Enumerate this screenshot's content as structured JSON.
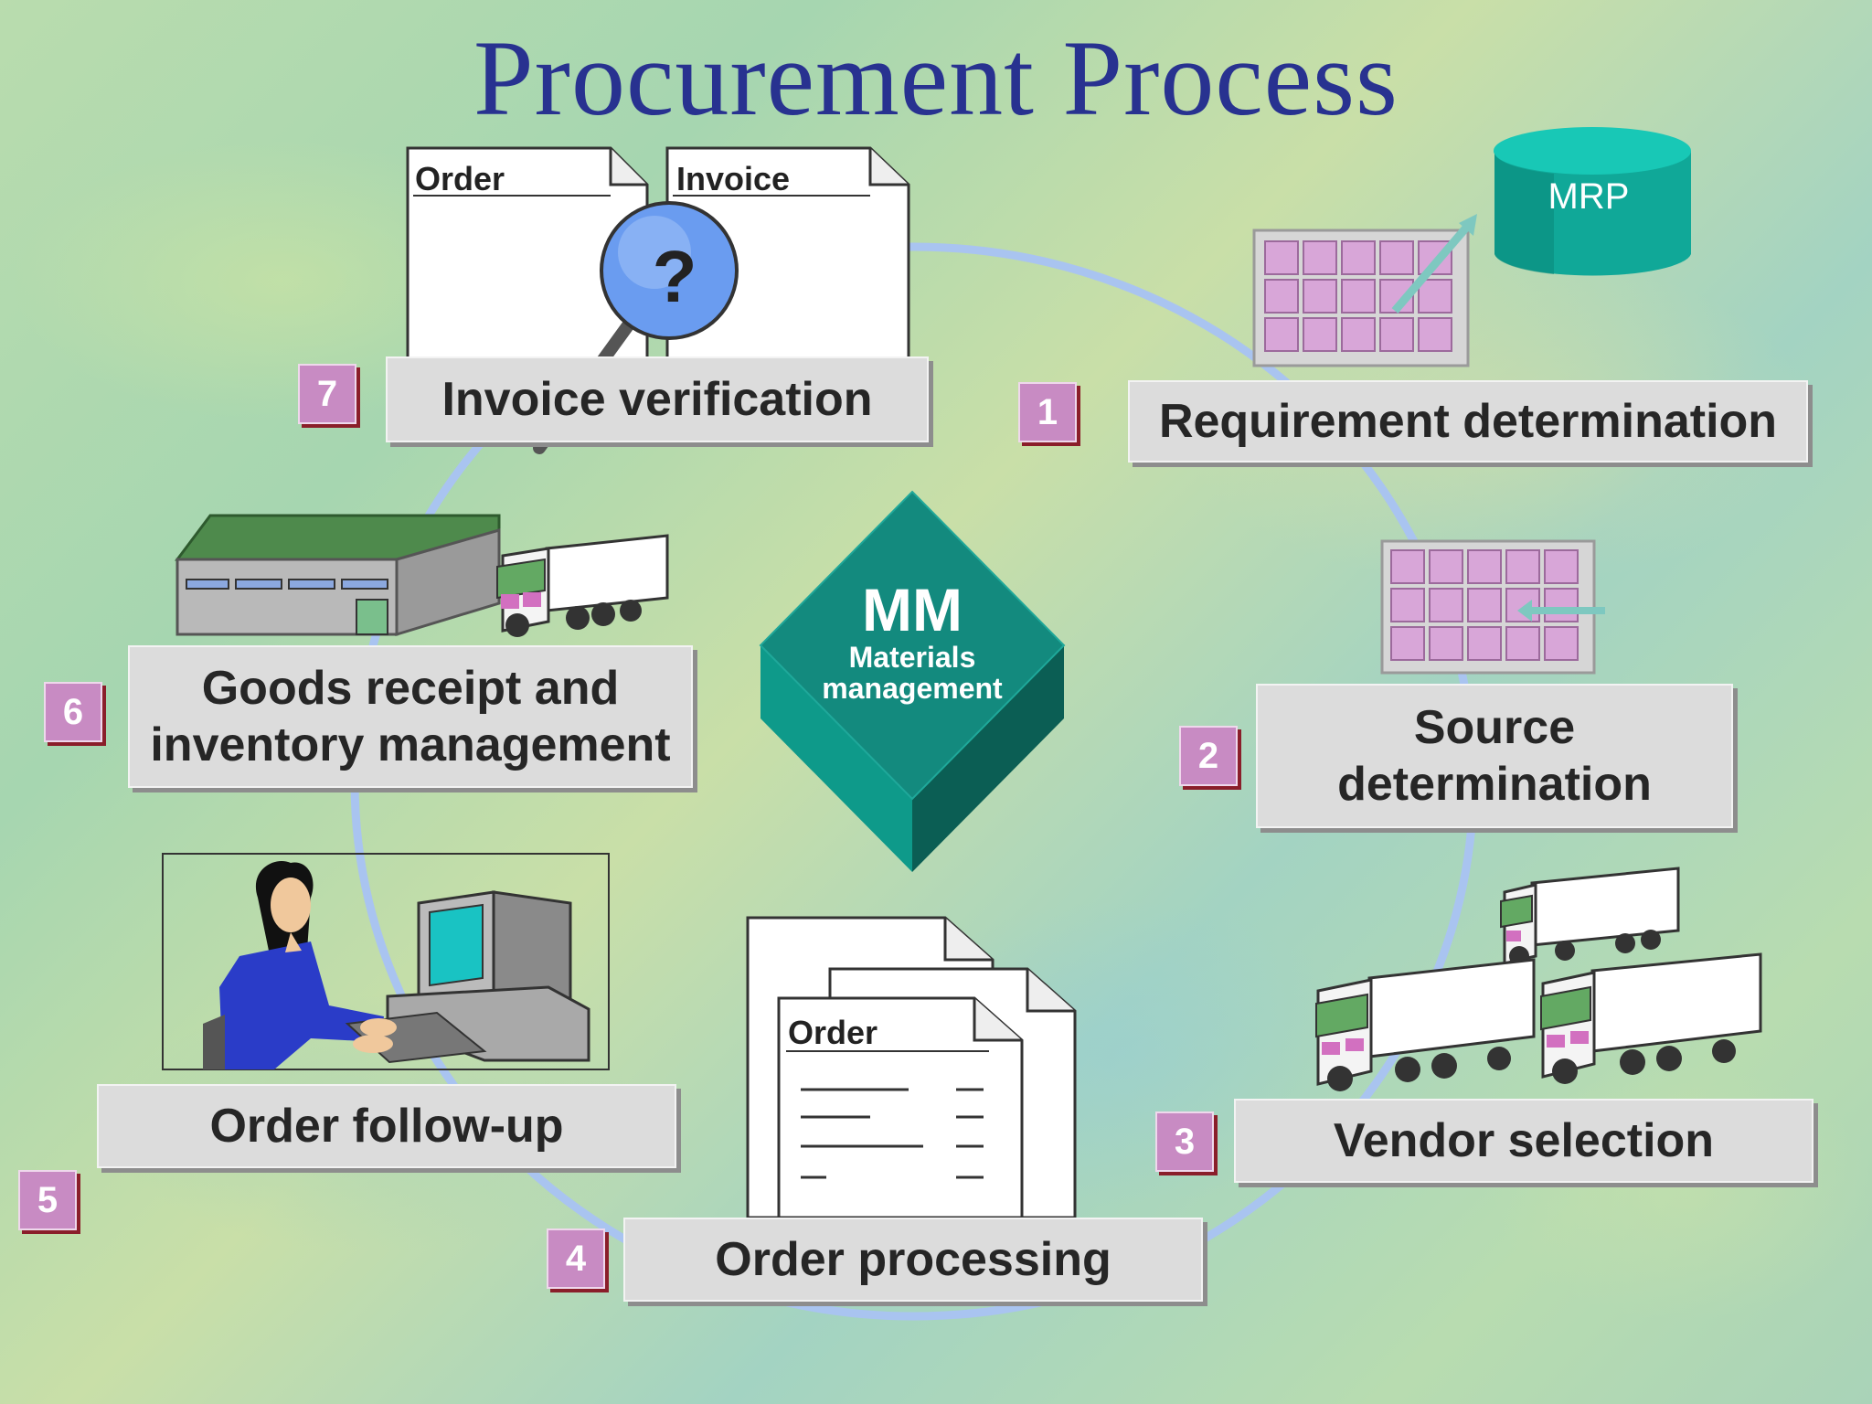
{
  "title": "Procurement Process",
  "center": {
    "abbr": "MM",
    "line1": "Materials",
    "line2": "management"
  },
  "steps": [
    {
      "number": "1",
      "label": "Requirement determination"
    },
    {
      "number": "2",
      "label_line1": "Source",
      "label_line2": "determination"
    },
    {
      "number": "3",
      "label": "Vendor selection"
    },
    {
      "number": "4",
      "label": "Order processing"
    },
    {
      "number": "5",
      "label": "Order follow-up"
    },
    {
      "number": "6",
      "label_line1": "Goods receipt and",
      "label_line2": "inventory management"
    },
    {
      "number": "7",
      "label": "Invoice verification"
    }
  ],
  "documents": {
    "order": "Order",
    "invoice": "Invoice",
    "question": "?",
    "order_stack": "Order"
  },
  "mrp_label": "MRP",
  "colors": {
    "title": "#283290",
    "teal": "#0e8a7c",
    "badge": "#c88bc3",
    "cycle": "#a9c4f0"
  }
}
